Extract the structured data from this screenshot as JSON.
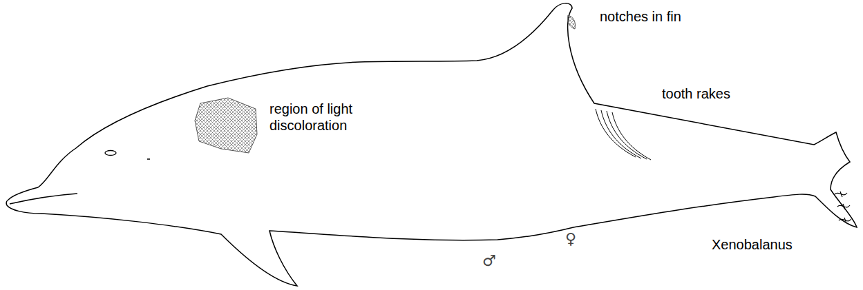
{
  "diagram": {
    "labels": [
      "notches in fin",
      "region of light discoloration",
      "tooth rakes",
      "Xenobalanus",
      "♂",
      "♀"
    ]
  }
}
